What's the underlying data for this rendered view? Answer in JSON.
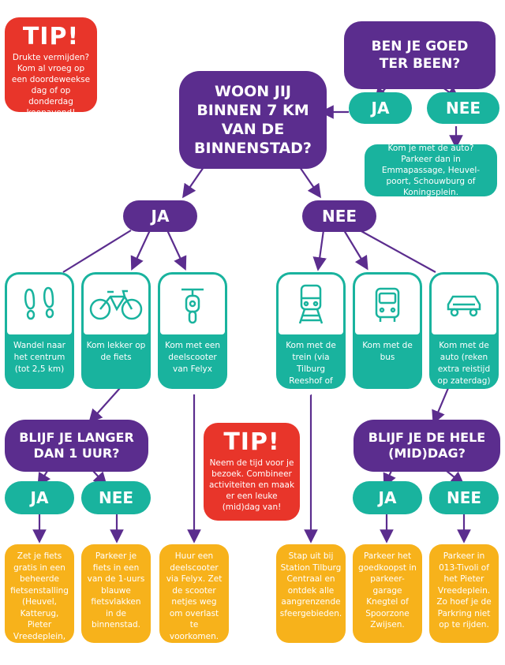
{
  "tip_top": {
    "title": "TIP!",
    "text": "Drukte vermijden? Kom al vroeg op een doordeweekse dag of op donderdag koopavond!"
  },
  "tip_mid": {
    "title": "TIP!",
    "text": "Neem de tijd voor je bezoek. Combineer activiteiten en maak er een leuke (mid)dag van!"
  },
  "q_ter_been": {
    "text": "BEN JE GOED TER BEEN?"
  },
  "q_ter_been_ja": "JA",
  "q_ter_been_nee": "NEE",
  "info_auto": "Kom je met de auto? Parkeer dan in Emmapassage, Heuvel-poort, Schouwburg of Koningsplein.",
  "q_woon": {
    "text": "WOON JIJ BINNEN 7 KM VAN DE BINNENSTAD?"
  },
  "woon_ja": "JA",
  "woon_nee": "NEE",
  "options": {
    "walk": "Wandel naar het centrum (tot 2,5 km)",
    "bike": "Kom lekker op de fiets",
    "scooter": "Kom met een deelscooter van Felyx",
    "train": "Kom met de trein (via Tilburg Reeshof of Universiteit)",
    "bus": "Kom met de bus",
    "car": "Kom met de auto (reken extra reistijd op zaterdag)"
  },
  "icons": {
    "walk": "footprints-icon",
    "bike": "bicycle-icon",
    "scooter": "scooter-icon",
    "train": "train-icon",
    "bus": "bus-icon",
    "car": "car-icon"
  },
  "q_langer": {
    "text": "BLIJF JE LANGER DAN 1 UUR?"
  },
  "langer_ja": "JA",
  "langer_nee": "NEE",
  "q_hele_dag": {
    "text": "BLIJF JE DE HELE (MID)DAG?"
  },
  "dag_ja": "JA",
  "dag_nee": "NEE",
  "results": {
    "fiets_ja": "Zet je fiets gratis in een beheerde fietsenstalling (Heuvel, Katterug, Pieter Vreedeplein, Concertzaal & Dwaalgebied).",
    "fiets_nee": "Parkeer je fiets in een van de 1-uurs blauwe fietsvlakken in de binnenstad.",
    "scooter": "Huur een deelscooter via Felyx. Zet de scooter netjes weg om overlast te voorkomen.",
    "trein": "Stap uit bij Station Tilburg Centraal en ontdek alle aangrenzende sfeergebieden.",
    "auto_ja": "Parkeer het goedkoopst in parkeer-garage Knegtel of Spoorzone Zwijsen.",
    "auto_nee": "Parkeer in 013-Tivoli of het Pieter Vreedeplein. Zo hoef je de Parkring niet op te rijden."
  },
  "colors": {
    "purple": "#5b2d8e",
    "teal": "#19b39e",
    "red": "#e8352a",
    "yellow": "#f7b21b"
  }
}
